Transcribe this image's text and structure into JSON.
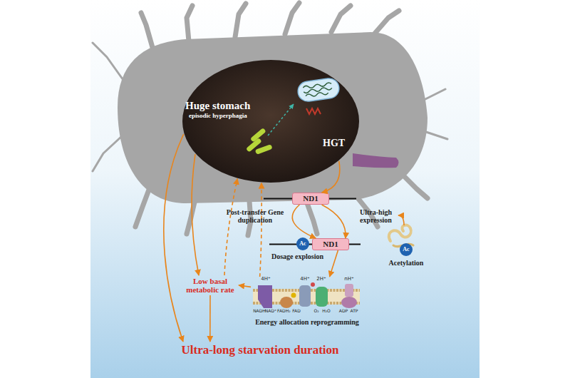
{
  "diagram": {
    "nodes": [
      {
        "text": [
          "Huge stomach",
          "episodic hyperphagia",
          "HGT"
        ]
      },
      {
        "text": [
          "ND1"
        ]
      },
      {
        "text": [
          "Ac",
          "Acetylation"
        ]
      },
      {
        "text": [
          "Ac"
        ]
      },
      {
        "text": [
          "ND1"
        ]
      },
      {
        "text": [
          "Energy allocation reprogramming"
        ]
      },
      {
        "text": [
          "Low basal metabolic rate"
        ]
      },
      {
        "text": [
          "Ultra-long starvation duration"
        ]
      }
    ],
    "edges": [
      {
        "from": 0,
        "to": 1,
        "arrow": "to"
      },
      {
        "from": 1,
        "to": 4,
        "label": "Post-transfer Gene duplication",
        "arrow": "to"
      },
      {
        "from": 1,
        "to": 4,
        "label": "Ultra-high expression",
        "arrow": "to"
      },
      {
        "from": 4,
        "to": 5,
        "arrow": "to"
      },
      {
        "from": 5,
        "to": 6,
        "arrow": "to"
      },
      {
        "from": 6,
        "to": 7,
        "arrow": "to"
      },
      {
        "from": 0,
        "to": 7,
        "arrow": "to"
      },
      {
        "from": 0,
        "to": 6,
        "arrow": "to"
      },
      {
        "from": 6,
        "to": 0,
        "arrow": "to"
      },
      {
        "from": 5,
        "to": 0,
        "arrow": "to"
      }
    ],
    "labels": [
      "Dosage explosion",
      "4H⁺",
      "4H⁺",
      "2H⁺",
      "nH⁺",
      "NADH",
      "NAD⁺",
      "FADH₂",
      "FAD",
      "O₂",
      "H₂O",
      "ADP",
      "ATP"
    ]
  }
}
